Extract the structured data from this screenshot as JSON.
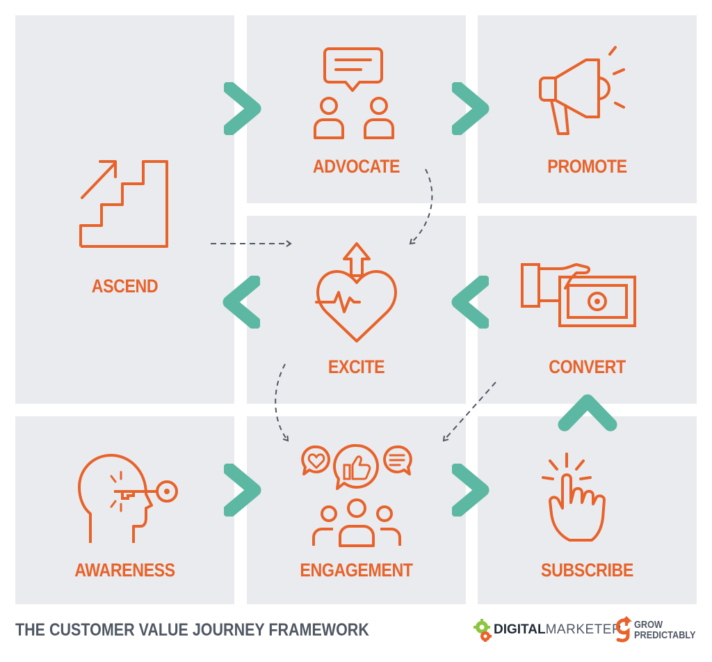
{
  "stages": {
    "ascend": "ASCEND",
    "advocate": "ADVOCATE",
    "promote": "PROMOTE",
    "excite": "EXCITE",
    "convert": "CONVERT",
    "awareness": "AWARENESS",
    "engagement": "ENGAGEMENT",
    "subscribe": "SUBSCRIBE"
  },
  "footer": {
    "title": "THE CUSTOMER VALUE JOURNEY FRAMEWORK",
    "dm_bold": "DIGITAL",
    "dm_light": "MARKETER",
    "gp_line1": "GROW",
    "gp_line2": "PREDICTABLY"
  },
  "colors": {
    "tile": "#e9ebee",
    "accent": "#e8622a",
    "chevron": "#5cb8a3",
    "arrow": "#4f5763",
    "text_dark": "#4f5763"
  }
}
